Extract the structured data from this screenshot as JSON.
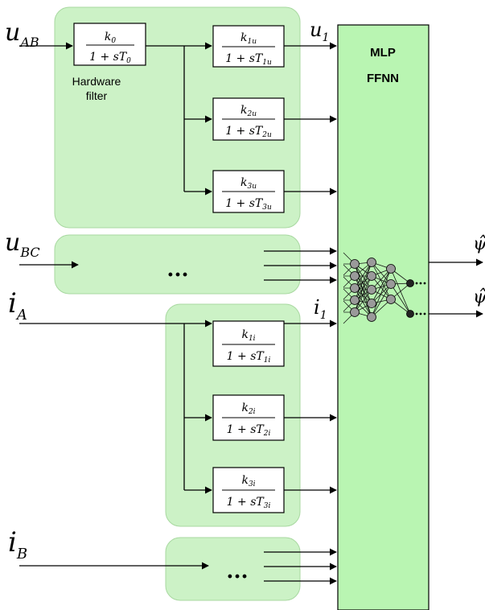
{
  "colors": {
    "panel_fill": "#ccf2c6",
    "panel_stroke": "#a8d8a0",
    "mlp_fill": "#b9f5b2",
    "line": "#000000",
    "neuron_input": "#9a9a9a",
    "neuron_output": "#222222"
  },
  "signals": {
    "u_ab": "u",
    "u_ab_sub": "AB",
    "u_bc": "u",
    "u_bc_sub": "BC",
    "i_a": "i",
    "i_a_sub": "A",
    "i_b": "i",
    "i_b_sub": "B",
    "u1": "u",
    "u1_sub": "1",
    "i1": "i",
    "i1_sub": "1",
    "psi_hat_1": "ψ̂",
    "psi_hat_2": "ψ̂"
  },
  "hardware_filter": {
    "label_line1": "Hardware",
    "label_line2": "filter",
    "numerator": "k",
    "numerator_sub": "0",
    "denominator": "1 + sT",
    "denominator_sub": "0"
  },
  "voltage_filters": [
    {
      "numerator": "k",
      "numerator_sub": "1u",
      "denominator": "1 + sT",
      "denominator_sub": "1u"
    },
    {
      "numerator": "k",
      "numerator_sub": "2u",
      "denominator": "1 + sT",
      "denominator_sub": "2u"
    },
    {
      "numerator": "k",
      "numerator_sub": "3u",
      "denominator": "1 + sT",
      "denominator_sub": "3u"
    }
  ],
  "current_filters": [
    {
      "numerator": "k",
      "numerator_sub": "1i",
      "denominator": "1 + sT",
      "denominator_sub": "1i"
    },
    {
      "numerator": "k",
      "numerator_sub": "2i",
      "denominator": "1 + sT",
      "denominator_sub": "2i"
    },
    {
      "numerator": "k",
      "numerator_sub": "3i",
      "denominator": "1 + sT",
      "denominator_sub": "3i"
    }
  ],
  "ellipsis_bc": "...",
  "ellipsis_b": "...",
  "mlp": {
    "title_line1": "MLP",
    "title_line2": "FFNN"
  }
}
